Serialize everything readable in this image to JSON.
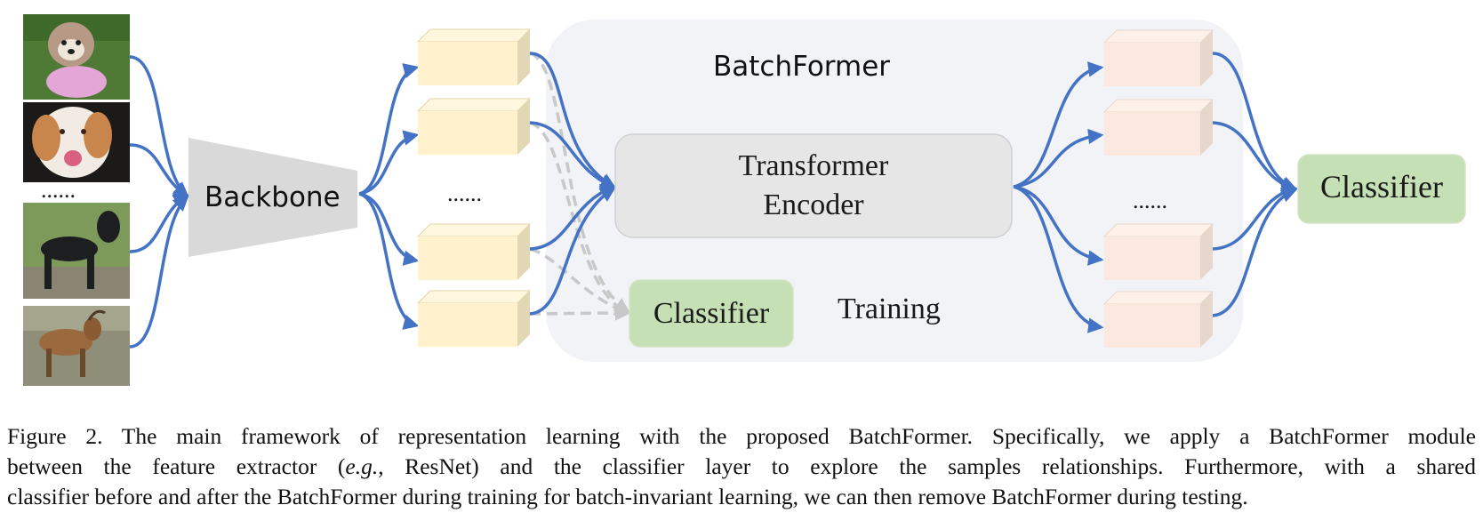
{
  "diagram": {
    "batchformer_title": "BatchFormer",
    "backbone_label": "Backbone",
    "encoder_label": [
      "Transformer",
      "Encoder"
    ],
    "classifier_train_label": "Classifier",
    "training_label": "Training",
    "classifier_final_label": "Classifier",
    "ellipsis_images": "......",
    "ellipsis_features": "......",
    "ellipsis_outputs": "......",
    "images": [
      "shih-tzu-dog",
      "spaniel-dog",
      "black-terrier-dog",
      "goat"
    ],
    "colors": {
      "arrow": "#4472c4",
      "dashed_arrow": "#c8c8c8",
      "feature_box": "#fff2cc",
      "output_box": "#fbe9df",
      "encoder_box": "#e6e6e6",
      "classifier_box": "#c5e0b4",
      "batchformer_region": "#f2f3f6",
      "backbone": "#d9d9d9"
    }
  },
  "caption": {
    "line1": "Figure 2. The main framework of representation learning with the proposed BatchFormer. Specifically, we apply a BatchFormer module",
    "line2_pre": "between the feature extractor (",
    "line2_em": "e.g.",
    "line2_post": ", ResNet) and the classifier layer to explore the samples relationships.  Furthermore, with a shared",
    "line3": "classifier before and after the BatchFormer during training for batch-invariant learning, we can then remove BatchFormer during testing."
  }
}
